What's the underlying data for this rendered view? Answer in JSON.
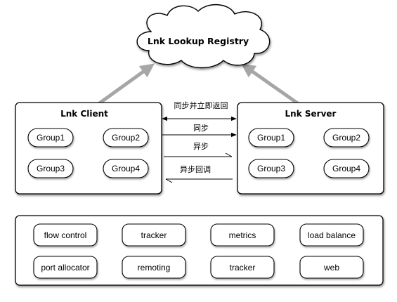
{
  "registry": {
    "title": "Lnk Lookup Registry"
  },
  "client": {
    "title": "Lnk Client",
    "groups": [
      "Group1",
      "Group2",
      "Group3",
      "Group4"
    ]
  },
  "server": {
    "title": "Lnk Server",
    "groups": [
      "Group1",
      "Group2",
      "Group3",
      "Group4"
    ]
  },
  "connections": {
    "sync_and_return": "同步并立即返回",
    "sync": "同步",
    "async": "异步",
    "async_callback": "异步回调"
  },
  "modules": {
    "row1": [
      "flow control",
      "tracker",
      "metrics",
      "load balance"
    ],
    "row2": [
      "port allocator",
      "remoting",
      "tracker",
      "web"
    ]
  },
  "colors": {
    "stroke": "#000000",
    "registry_arrow": "#a6a6a6",
    "background": "#ffffff"
  }
}
